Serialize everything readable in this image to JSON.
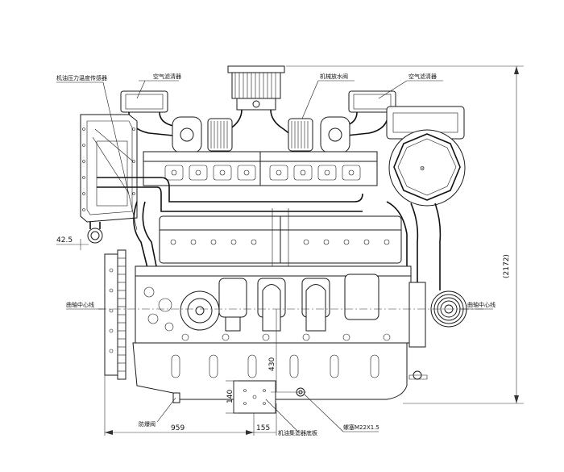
{
  "labels": {
    "oil_pressure_sensor": "机油压力温度传感器",
    "air_filter_left": "空气滤清器",
    "thermostat": "机械放水阀",
    "air_filter_right": "空气滤清器",
    "crankshaft_center_left": "曲轴中心线",
    "crankshaft_center_right": "曲轴中心线",
    "drain_valve": "防爆阀",
    "oil_drain_plug": "机油集滤器底板",
    "thread_spec": "螺塞M22X1.5"
  },
  "dimensions": {
    "d_42_5": "42.5",
    "d_2172": "(2172)",
    "d_430": "430",
    "d_140": "140",
    "d_959": "959",
    "d_155": "155"
  }
}
